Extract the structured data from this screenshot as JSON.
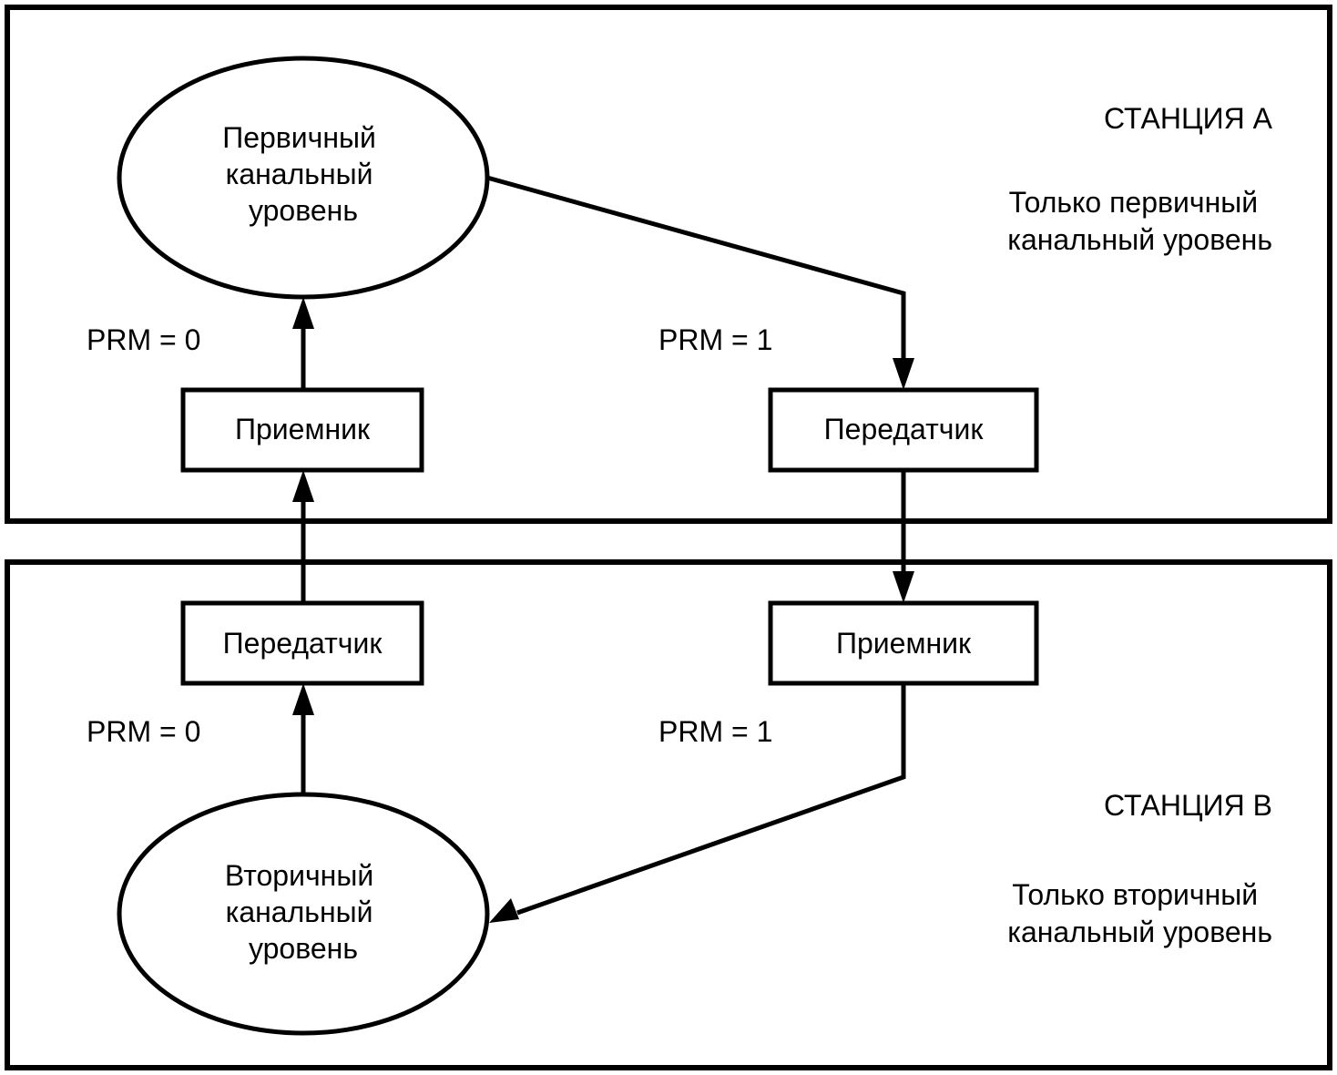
{
  "station_a": {
    "title": "СТАНЦИЯ А",
    "description_lines": [
      "Только первичный",
      "канальный уровень"
    ],
    "link_layer_lines": [
      "Первичный",
      "канальный",
      "уровень"
    ],
    "receiver_label": "Приемник",
    "transmitter_label": "Передатчик",
    "prm_left": "PRM = 0",
    "prm_right": "PRM = 1"
  },
  "station_b": {
    "title": "СТАНЦИЯ В",
    "description_lines": [
      "Только вторичный",
      "канальный уровень"
    ],
    "link_layer_lines": [
      "Вторичный",
      "канальный",
      "уровень"
    ],
    "transmitter_label": "Передатчик",
    "receiver_label": "Приемник",
    "prm_left": "PRM = 0",
    "prm_right": "PRM = 1"
  }
}
